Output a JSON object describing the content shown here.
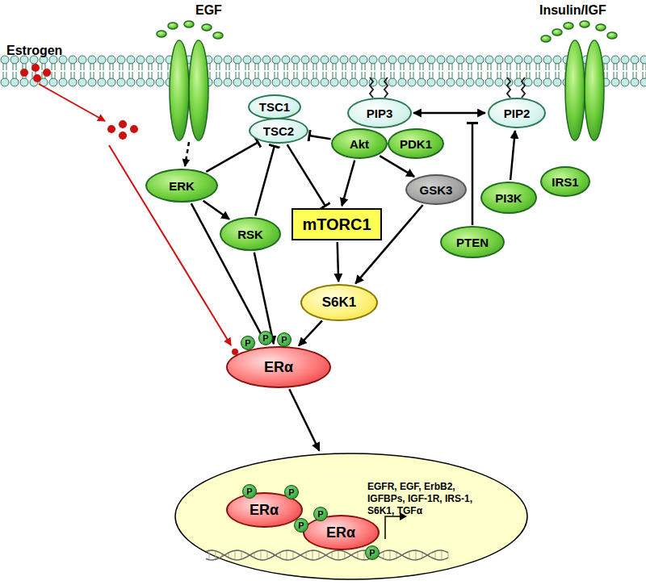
{
  "diagram": {
    "nodes": [
      {
        "text": [
          "TSC1"
        ]
      },
      {
        "text": [
          "TSC2"
        ]
      },
      {
        "text": [
          "PIP3"
        ]
      },
      {
        "text": [
          "Akt"
        ]
      },
      {
        "text": [
          "PDK1"
        ]
      },
      {
        "text": [
          "PIP2"
        ]
      },
      {
        "text": [
          "ERK"
        ]
      },
      {
        "text": [
          "IRS1"
        ]
      },
      {
        "text": [
          "GSK3"
        ]
      },
      {
        "text": [
          "PI3K"
        ]
      },
      {
        "text": [
          "mTORC1"
        ]
      },
      {
        "text": [
          "RSK"
        ]
      },
      {
        "text": [
          "PTEN"
        ]
      },
      {
        "text": [
          "S6K1"
        ]
      },
      {
        "text": [
          "ERα"
        ]
      },
      {
        "text": [
          "EGFR, EGF, ErbB2, IGFBPs, IGF-1R, IRS-1, S6K1, TGFα"
        ]
      },
      {
        "text": [
          "ERα"
        ],
        "in": 15
      },
      {
        "text": [
          "ERα"
        ],
        "in": 15
      }
    ],
    "edges": [
      {
        "from": 6,
        "to": 1,
        "arrow": "to"
      },
      {
        "from": 6,
        "to": 11,
        "arrow": "to"
      },
      {
        "from": 6,
        "to": 14,
        "arrow": "to"
      },
      {
        "from": 11,
        "to": 1,
        "arrow": "to"
      },
      {
        "from": 11,
        "to": 14,
        "arrow": "to"
      },
      {
        "from": 3,
        "to": 1,
        "arrow": "to"
      },
      {
        "from": 1,
        "to": 10,
        "arrow": "to"
      },
      {
        "from": 3,
        "to": 10,
        "arrow": "to"
      },
      {
        "from": 3,
        "to": 8,
        "arrow": "to"
      },
      {
        "from": 10,
        "to": 13,
        "arrow": "to"
      },
      {
        "from": 8,
        "to": 13,
        "arrow": "to"
      },
      {
        "from": 13,
        "to": 14,
        "arrow": "to"
      },
      {
        "from": 2,
        "to": 5,
        "arrow": "both"
      },
      {
        "from": 9,
        "to": 5,
        "arrow": "to"
      },
      {
        "from": 14,
        "to": 15,
        "arrow": "to"
      }
    ],
    "labels": [
      "Estrogen",
      "EGF",
      "Insulin/IGF",
      "P",
      "P",
      "P",
      "P",
      "P",
      "P",
      "P",
      "P"
    ]
  }
}
